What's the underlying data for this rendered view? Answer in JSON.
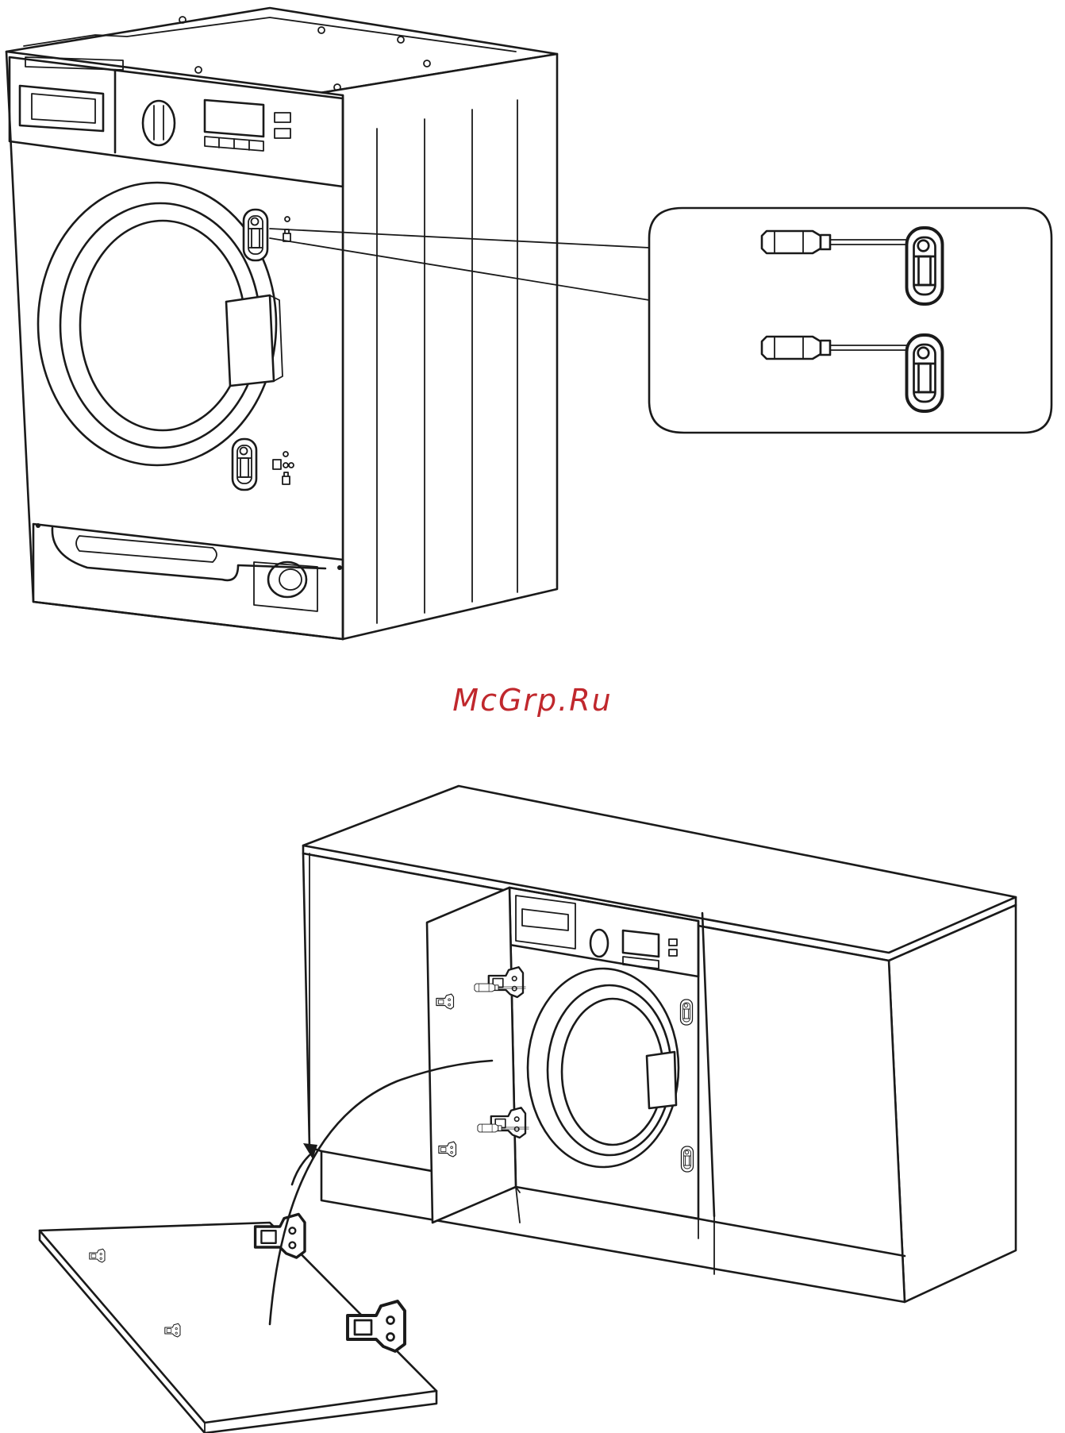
{
  "watermark": {
    "text": "McGrp.Ru",
    "color": "#c0282d"
  },
  "colors": {
    "line": "#1a1a1a",
    "background": "#ffffff"
  },
  "figures": [
    {
      "name": "washing-machine-hinge-plate-detail",
      "icons": [
        "washing-machine-icon",
        "hinge-plate-icon",
        "screwdriver-icon",
        "magnifier-callout"
      ]
    },
    {
      "name": "cabinet-door-mounting",
      "icons": [
        "kitchen-cabinet-icon",
        "cabinet-door-panel-icon",
        "hinge-icon",
        "rotation-arrow-icon"
      ]
    }
  ]
}
